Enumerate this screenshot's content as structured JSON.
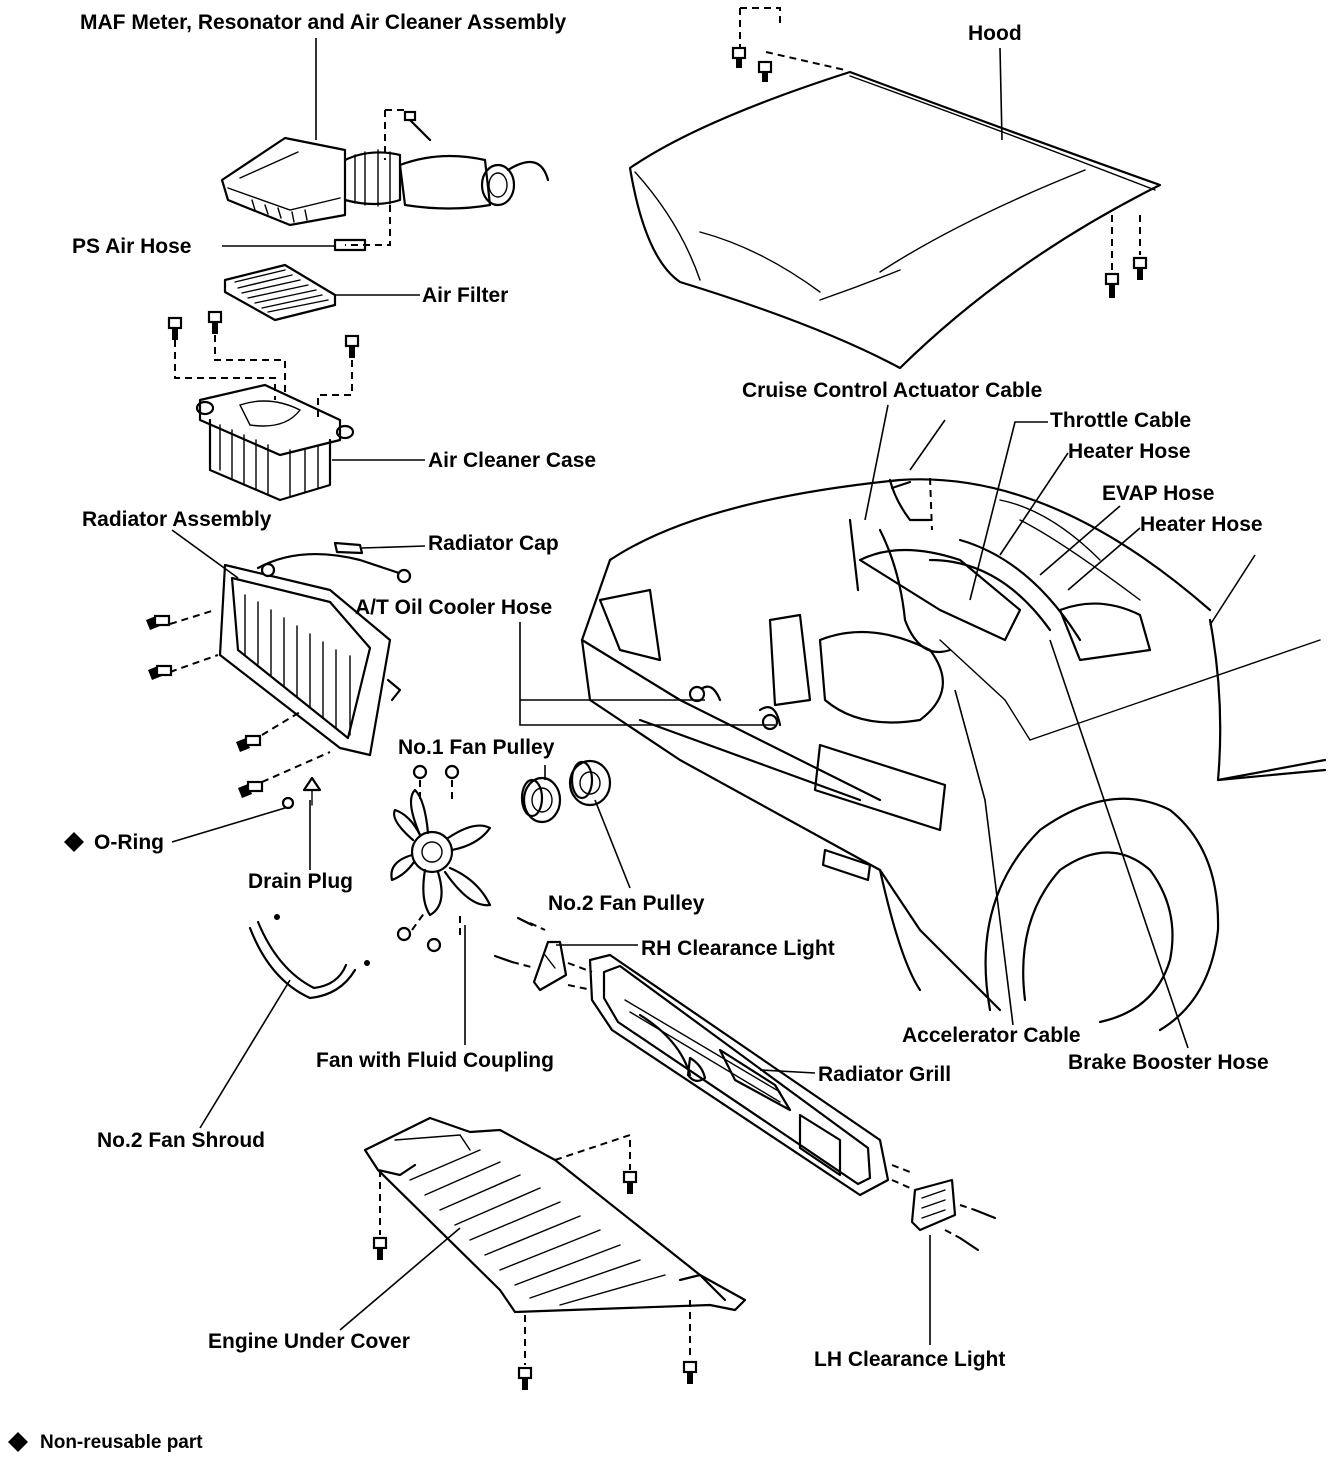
{
  "labels": {
    "maf": "MAF Meter, Resonator and Air Cleaner Assembly",
    "hood": "Hood",
    "ps_air_hose": "PS Air Hose",
    "air_filter": "Air Filter",
    "cruise": "Cruise Control Actuator Cable",
    "throttle": "Throttle Cable",
    "heater1": "Heater Hose",
    "evap": "EVAP Hose",
    "heater2": "Heater Hose",
    "air_case": "Air Cleaner Case",
    "radiator_assy": "Radiator Assembly",
    "radiator_cap": "Radiator Cap",
    "at_oil": "A/T Oil Cooler Hose",
    "fan_pulley1": "No.1 Fan Pulley",
    "oring": "O-Ring",
    "drain": "Drain Plug",
    "fan_pulley2": "No.2 Fan Pulley",
    "rh_light": "RH Clearance Light",
    "accel": "Accelerator Cable",
    "brake": "Brake Booster Hose",
    "fan_coupling": "Fan with Fluid Coupling",
    "grill": "Radiator Grill",
    "shroud": "No.2 Fan Shroud",
    "under_cover": "Engine Under Cover",
    "lh_light": "LH Clearance Light"
  },
  "footnote": "Non-reusable part",
  "marker_icon": "black-diamond"
}
